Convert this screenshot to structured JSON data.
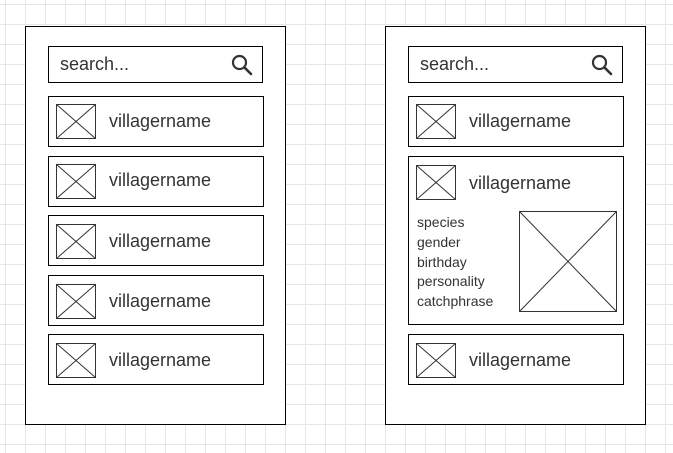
{
  "left_panel": {
    "search_placeholder": "search...",
    "items": [
      {
        "name": "villagername"
      },
      {
        "name": "villagername"
      },
      {
        "name": "villagername"
      },
      {
        "name": "villagername"
      },
      {
        "name": "villagername"
      }
    ]
  },
  "right_panel": {
    "search_placeholder": "search...",
    "items": [
      {
        "name": "villagername"
      },
      {
        "name": "villagername"
      },
      {
        "name": "villagername"
      }
    ],
    "expanded_details": {
      "species": "species",
      "gender": "gender",
      "birthday": "birthday",
      "personality": "personality",
      "catchphrase": "catchphrase"
    }
  }
}
